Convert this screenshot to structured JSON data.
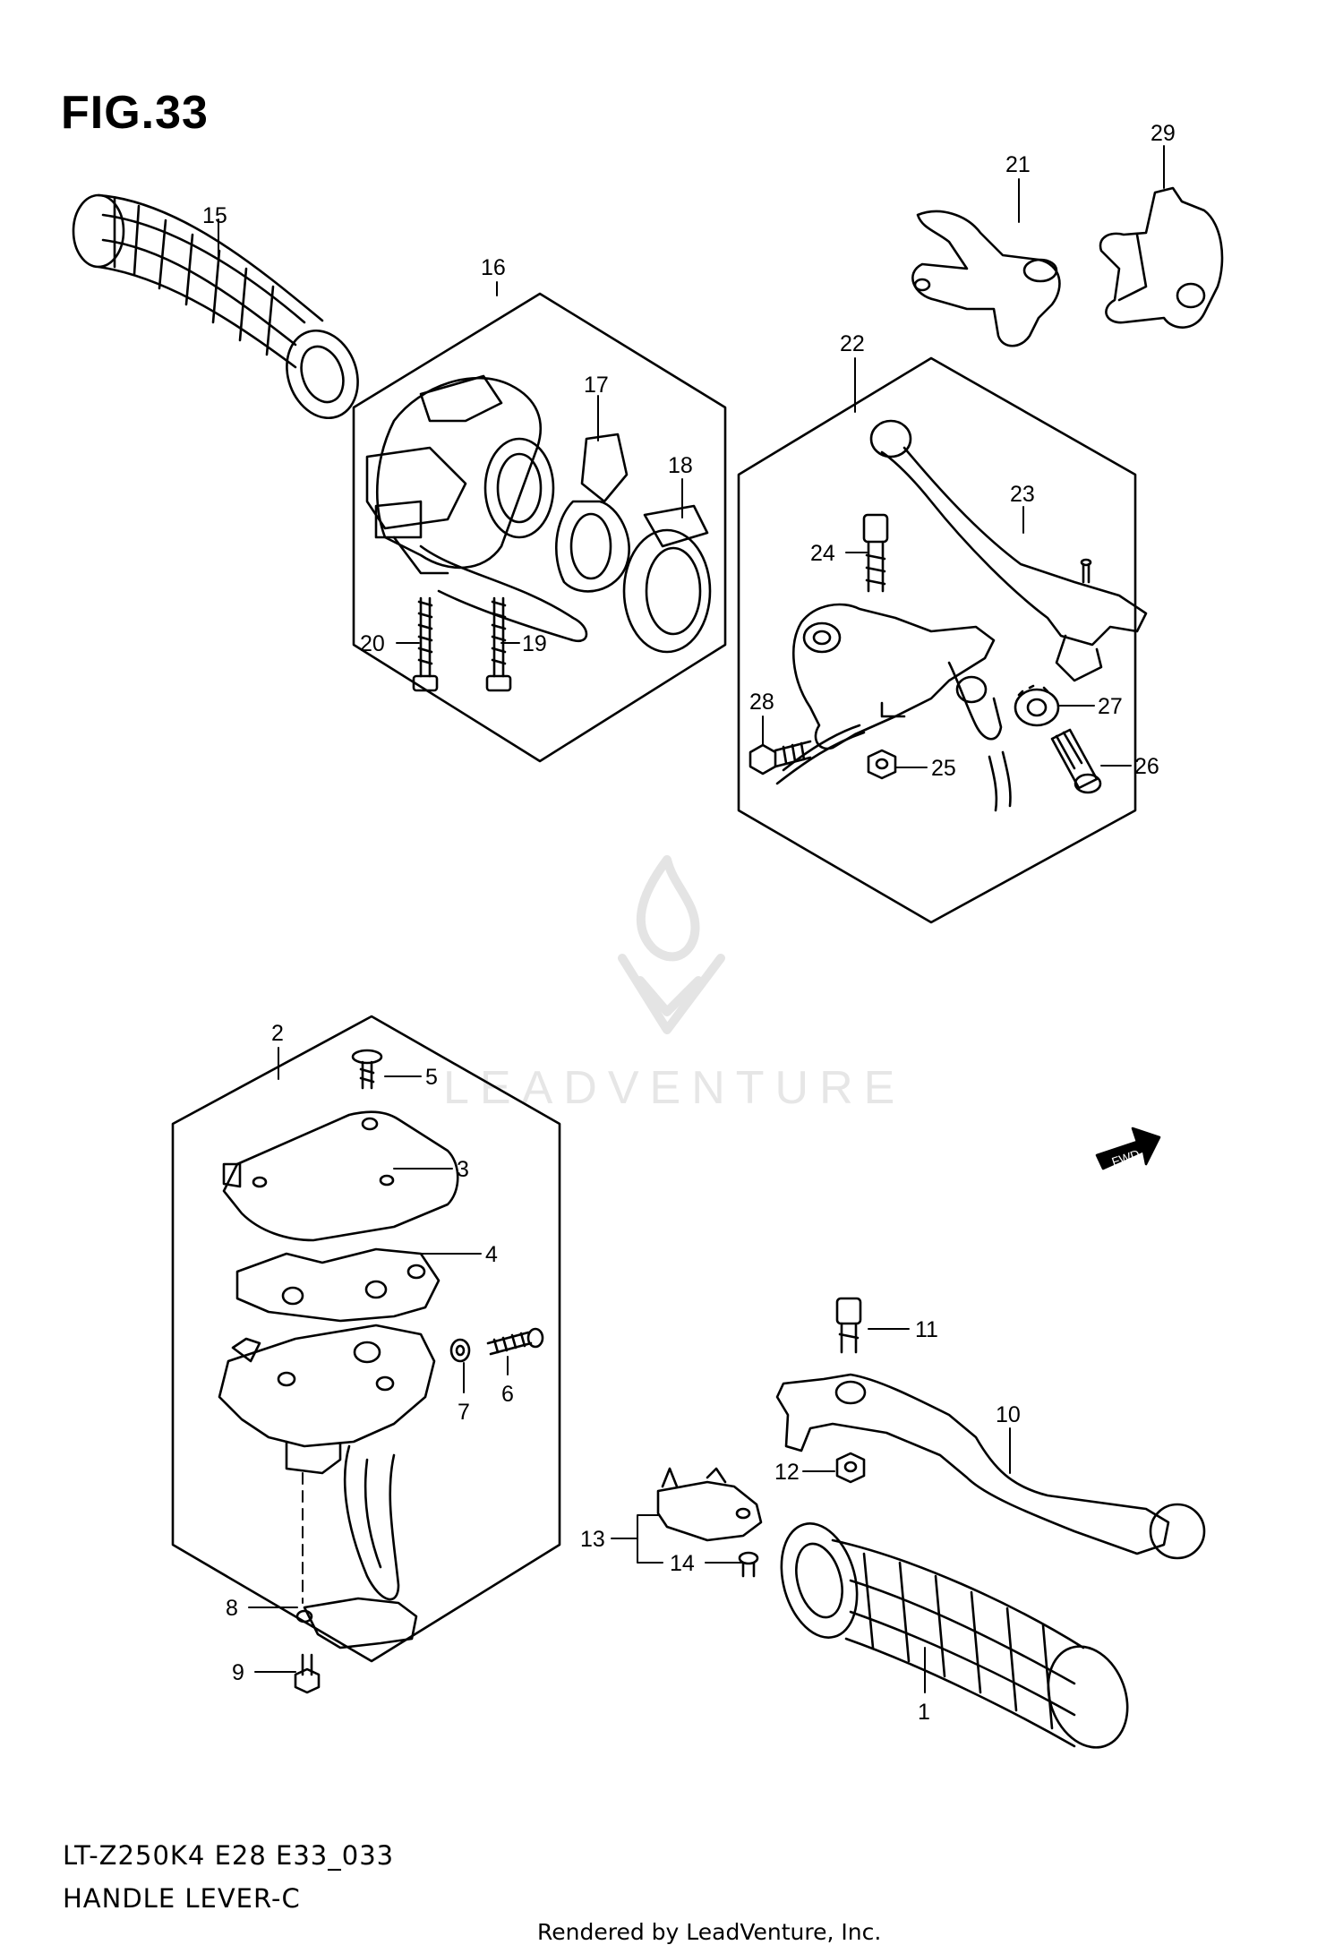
{
  "figure": {
    "title": "FIG.33",
    "model_code": "LT-Z250K4 E28 E33_033",
    "name": "HANDLE LEVER-C",
    "credit": "Rendered by LeadVenture, Inc."
  },
  "watermark": {
    "text": "LEADVENTURE"
  },
  "direction_marker": {
    "label": "FWD"
  },
  "callouts": [
    {
      "id": "c1",
      "label": "1"
    },
    {
      "id": "c2",
      "label": "2"
    },
    {
      "id": "c3",
      "label": "3"
    },
    {
      "id": "c4",
      "label": "4"
    },
    {
      "id": "c5",
      "label": "5"
    },
    {
      "id": "c6",
      "label": "6"
    },
    {
      "id": "c7",
      "label": "7"
    },
    {
      "id": "c8",
      "label": "8"
    },
    {
      "id": "c9",
      "label": "9"
    },
    {
      "id": "c10",
      "label": "10"
    },
    {
      "id": "c11",
      "label": "11"
    },
    {
      "id": "c12",
      "label": "12"
    },
    {
      "id": "c13",
      "label": "13"
    },
    {
      "id": "c14",
      "label": "14"
    },
    {
      "id": "c15",
      "label": "15"
    },
    {
      "id": "c16",
      "label": "16"
    },
    {
      "id": "c17",
      "label": "17"
    },
    {
      "id": "c18",
      "label": "18"
    },
    {
      "id": "c19",
      "label": "19"
    },
    {
      "id": "c20",
      "label": "20"
    },
    {
      "id": "c21",
      "label": "21"
    },
    {
      "id": "c22",
      "label": "22"
    },
    {
      "id": "c23",
      "label": "23"
    },
    {
      "id": "c24",
      "label": "24"
    },
    {
      "id": "c25",
      "label": "25"
    },
    {
      "id": "c26",
      "label": "26"
    },
    {
      "id": "c27",
      "label": "27"
    },
    {
      "id": "c28",
      "label": "28"
    },
    {
      "id": "c29",
      "label": "29"
    }
  ]
}
